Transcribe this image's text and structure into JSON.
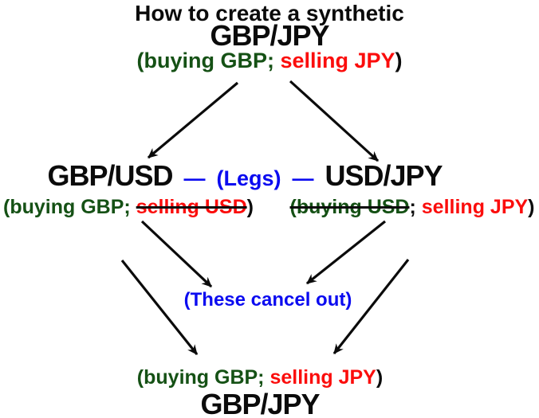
{
  "colors": {
    "background": "#ffffff",
    "black": "#0b0b0b",
    "green": "#155115",
    "red": "#fb0d0c",
    "blue": "#0b0bf0"
  },
  "header": {
    "title_line": "How to create a synthetic",
    "pair": "GBP/JPY",
    "annotation": [
      {
        "text": "(buying GBP;",
        "color": "green"
      },
      {
        "text": " selling JPY",
        "color": "red"
      },
      {
        "text": ")",
        "color": "black"
      }
    ]
  },
  "legs": {
    "left_pair": "GBP/USD",
    "separator": "—",
    "label": "(Legs)",
    "right_pair": "USD/JPY",
    "left_annotation": [
      {
        "text": "(buying GBP;",
        "color": "green"
      },
      {
        "text": " ",
        "color": "black"
      },
      {
        "text": "selling USD",
        "color": "red",
        "strike": true
      },
      {
        "text": ")",
        "color": "black"
      }
    ],
    "right_annotation": [
      {
        "text": "(buying USD",
        "color": "green",
        "strike": true
      },
      {
        "text": "; ",
        "color": "black"
      },
      {
        "text": "selling JPY",
        "color": "red"
      },
      {
        "text": ")",
        "color": "black"
      }
    ]
  },
  "cancel_note": "(These cancel out)",
  "result": {
    "annotation": [
      {
        "text": "(buying GBP;",
        "color": "green"
      },
      {
        "text": " selling JPY",
        "color": "red"
      },
      {
        "text": ")",
        "color": "black"
      }
    ],
    "pair": "GBP/JPY"
  }
}
